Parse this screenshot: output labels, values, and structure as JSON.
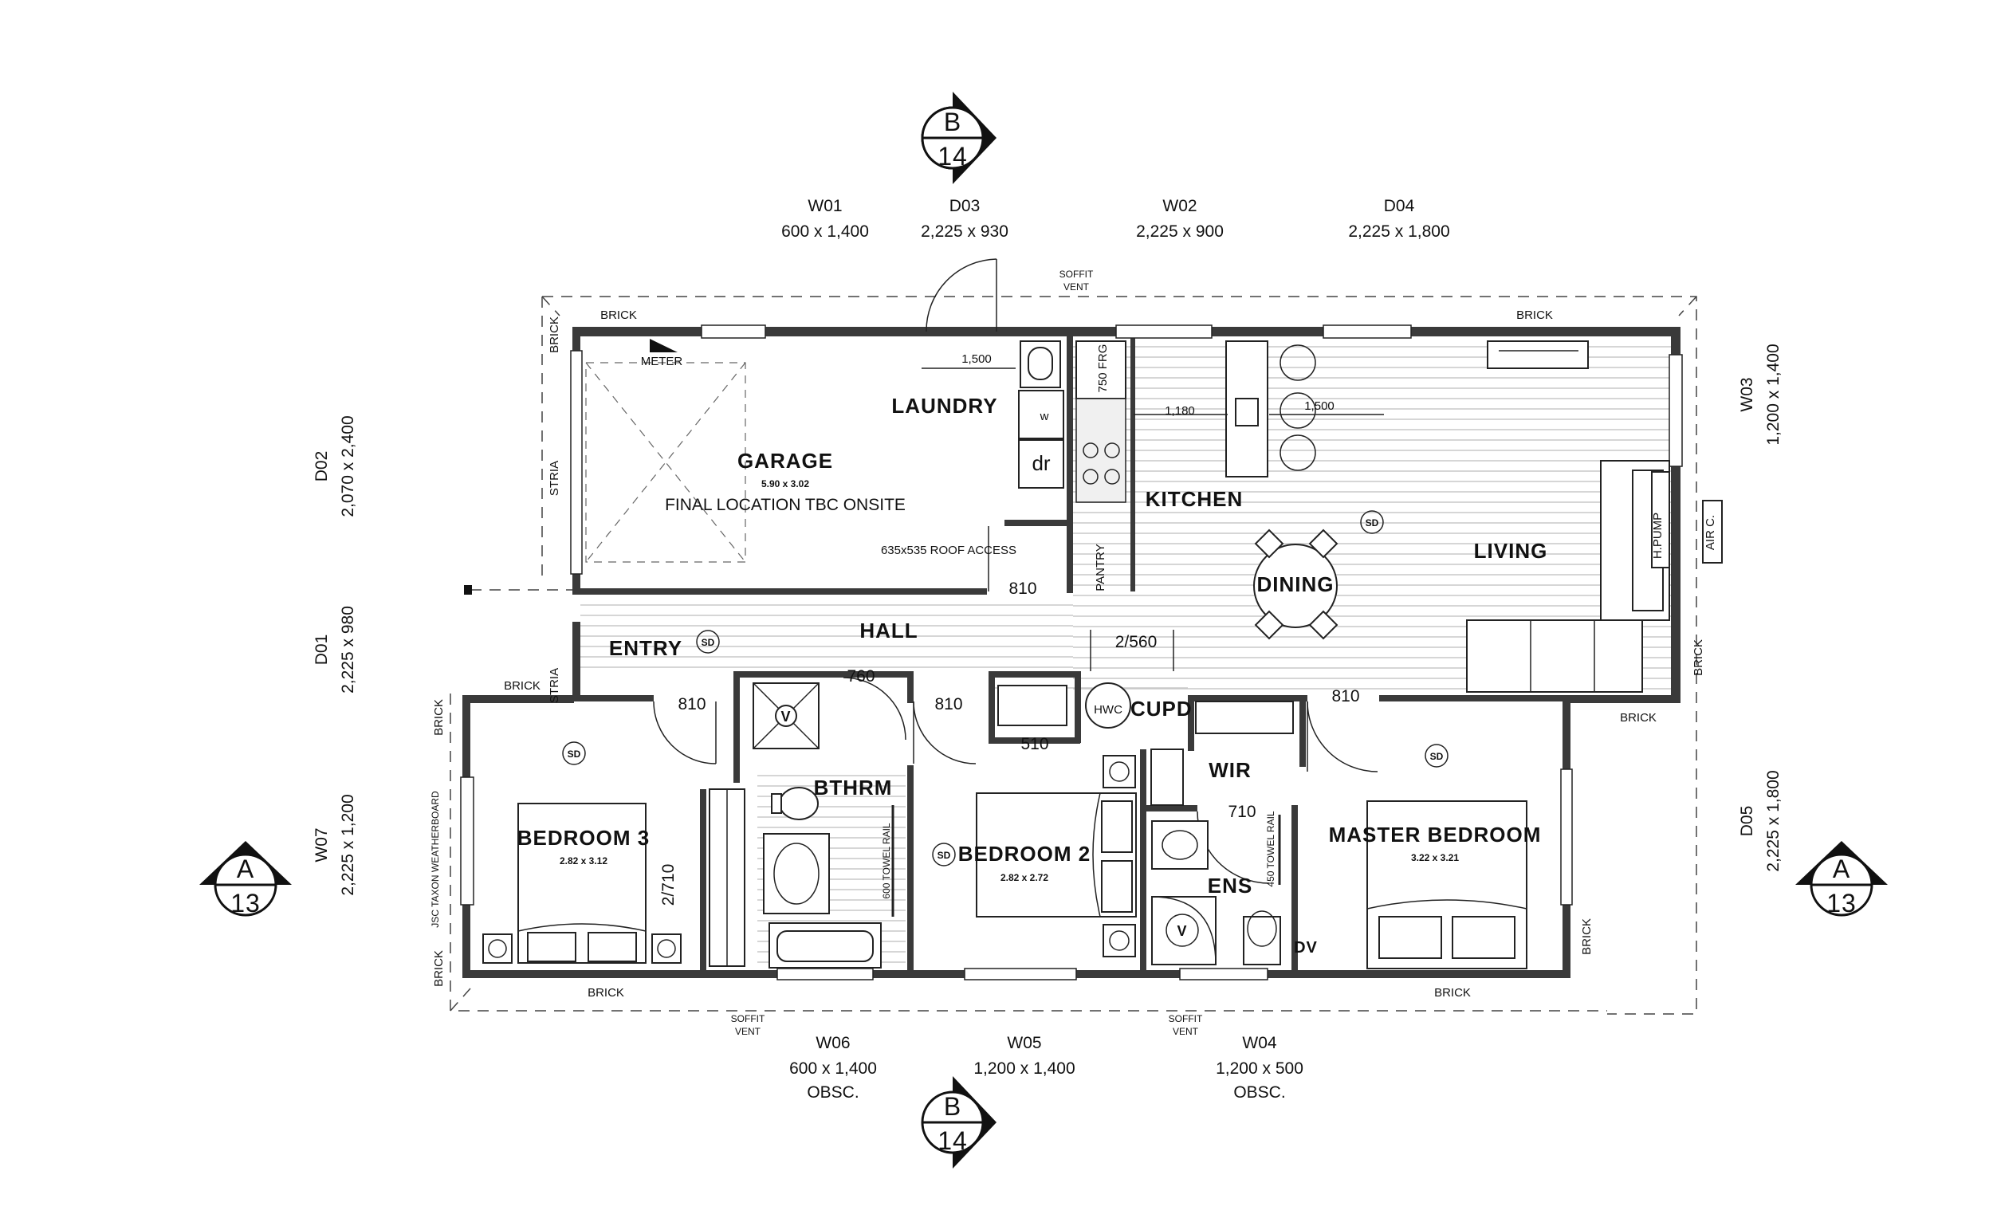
{
  "rooms": {
    "garage": "GARAGE",
    "garage_size": "5.90 x 3.02",
    "laundry": "LAUNDRY",
    "kitchen": "KITCHEN",
    "dining": "DINING",
    "living": "LIVING",
    "entry": "ENTRY",
    "hall": "HALL",
    "bthrm": "BTHRM",
    "wir": "WIR",
    "ens": "ENS",
    "cupd": "CUPD",
    "hwc": "HWC",
    "pantry": "PANTRY",
    "bedroom3": "BEDROOM 3",
    "bedroom3_size": "2.82 x 3.12",
    "bedroom2": "BEDROOM 2",
    "bedroom2_size": "2.82 x 2.72",
    "master": "MASTER BEDROOM",
    "master_size": "3.22 x 3.21"
  },
  "openings": {
    "w01_name": "W01",
    "w01_size": "600 x 1,400",
    "d03_name": "D03",
    "d03_size": "2,225 x 930",
    "w02_name": "W02",
    "w02_size": "2,225 x 900",
    "d04_name": "D04",
    "d04_size": "2,225 x 1,800",
    "w03_name": "W03",
    "w03_size": "1,200 x 1,400",
    "d02_name": "D02",
    "d02_size": "2,070 x 2,400",
    "d01_name": "D01",
    "d01_size": "2,225 x 980",
    "w07_name": "W07",
    "w07_size": "2,225 x 1,200",
    "d05_name": "D05",
    "d05_size": "2,225 x 1,800",
    "w06_name": "W06",
    "w06_size": "600 x 1,400",
    "w06_note": "OBSC.",
    "w05_name": "W05",
    "w05_size": "1,200 x 1,400",
    "w04_name": "W04",
    "w04_size": "1,200 x 500",
    "w04_note": "OBSC."
  },
  "sections": {
    "b_letter": "B",
    "b_number": "14",
    "a_letter": "A",
    "a_number": "13"
  },
  "labels": {
    "brick": "BRICK",
    "stria": "STRIA",
    "soffit": "SOFFIT",
    "vent": "VENT",
    "meter": "METER",
    "final_location": "FINAL LOCATION TBC ONSITE",
    "roof_access": "635x535 ROOF ACCESS",
    "frg": "750 FRG",
    "hpump": "H.PUMP",
    "airc": "AIR C.",
    "weatherboard": "JSC TAXON WEATHERBOARD",
    "towel600": "600 TOWEL RAIL",
    "towel450": "450 TOWEL RAIL",
    "dv": "DV",
    "sd": "SD",
    "w": "w",
    "dr": "dr",
    "v": "V"
  },
  "dims": {
    "d1500a": "1,500",
    "d1180": "1,180",
    "d1500b": "1,500",
    "d810_garage": "810",
    "d810_bed3": "810",
    "d810_bed2": "810",
    "d810_master": "810",
    "d760": "760",
    "d2560": "2/560",
    "d510": "510",
    "d710": "710",
    "d2710": "2/710"
  },
  "colors": {
    "wall": "#3a3a3a",
    "line": "#222222",
    "hatch": "#c8c8c8"
  }
}
